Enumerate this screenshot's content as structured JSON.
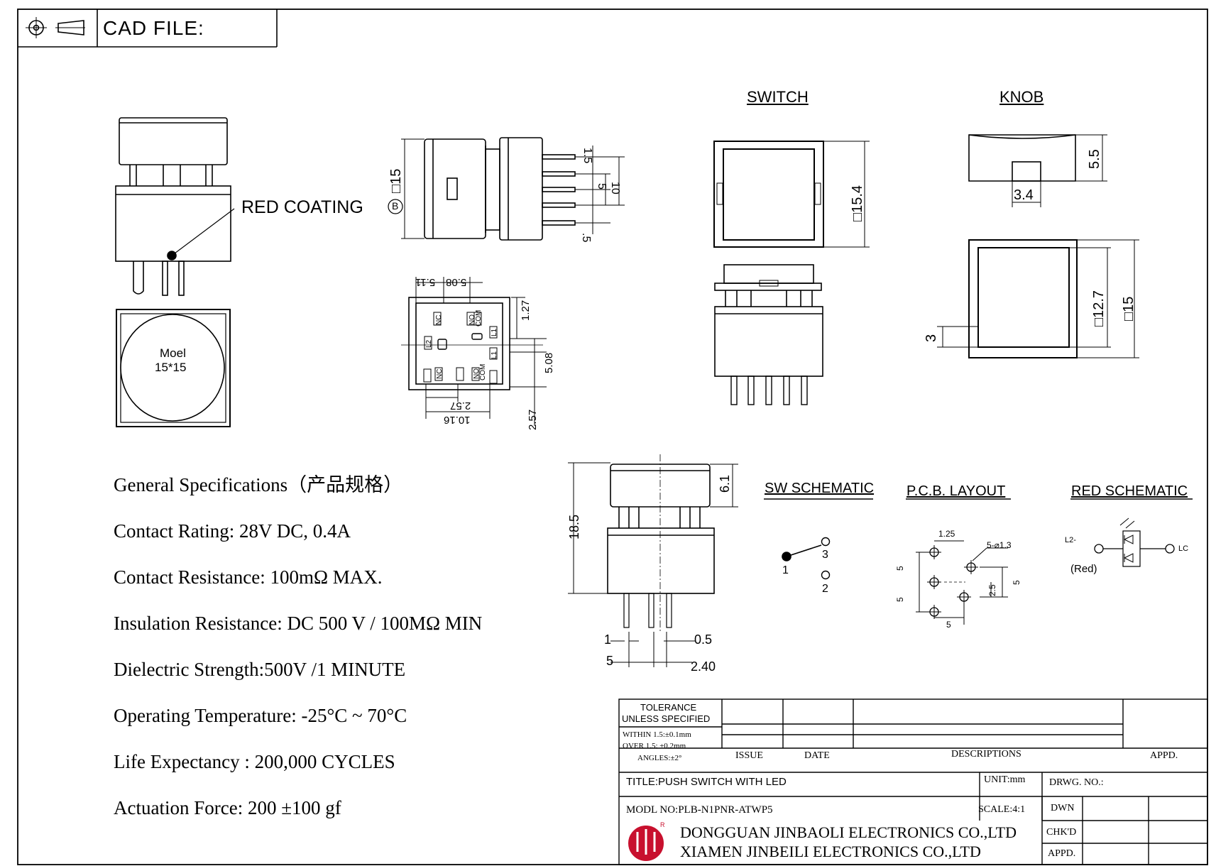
{
  "header": {
    "cad_label": "CAD  FILE:"
  },
  "views": {
    "red_coating": "RED COATING",
    "model_line1": "Moel",
    "model_line2": "15*15",
    "switch_title": "SWITCH",
    "knob_title": "KNOB",
    "sw_schematic_title": "SW SCHEMATIC",
    "pcb_layout_title": "P.C.B. LAYOUT",
    "red_schematic_title": "RED SCHEMATIC"
  },
  "dimensions": {
    "side_square": "□15",
    "side_b": "B",
    "pin_1_5": "1.5",
    "pin_5": "5",
    "pin_10": "10",
    "pin_bottom_5": ".5",
    "top_5_11": "5.11",
    "top_5_08": "5.08",
    "top_1_27": "1.27",
    "right_5_08": "5.08",
    "bot_2_57": "2.57",
    "bot_10_16": "10.16",
    "bot_2_57_v": "2.57",
    "switch_15_4": "□15.4",
    "knob_5_5": "5.5",
    "knob_3_4": "3.4",
    "knob_12_7": "□12.7",
    "knob_15": "□15",
    "knob_3": "3",
    "front_6_1": "6.1",
    "front_18_5": "18.5",
    "front_1": "1",
    "front_0_5": "0.5",
    "front_5": "5",
    "front_2_40": "2.40",
    "pcb_1_25": "1.25",
    "pcb_hole": "5-⌀1.3",
    "pcb_5a": "5",
    "pcb_5b": "5",
    "pcb_5c": "5",
    "pcb_2_5": "2.5",
    "pcb_5d": "5",
    "sw_pin1": "1",
    "sw_pin2": "2",
    "sw_pin3": "3",
    "led_l2": "L2-",
    "led_lc": "LC",
    "led_red": "(Red)",
    "pin_labels": [
      "NC",
      "NO",
      "COM",
      "L1",
      "L2",
      "NC",
      "NO",
      "COM",
      "L1"
    ]
  },
  "specs": {
    "heading": "General Specifications（产品规格）",
    "items": [
      "Contact Rating:   28V  DC, 0.4A",
      "Contact Resistance: 100mΩ  MAX.",
      "Insulation Resistance: DC 500 V / 100MΩ MIN",
      "Dielectric Strength:500V /1 MINUTE",
      "Operating Temperature: -25°C ~ 70°C",
      "Life Expectancy : 200,000 CYCLES",
      "Actuation Force: 200 ±100 gf"
    ]
  },
  "title_block": {
    "tolerance_l1": "TOLERANCE",
    "tolerance_l2": "UNLESS SPECIFIED",
    "within": "WITHIN 1.5:±0.1mm",
    "over": "OVER 1.5: ±0.2mm",
    "angles": "ANGLES:±2°",
    "issue": "ISSUE",
    "date": "DATE",
    "descriptions": "DESCRIPTIONS",
    "appd_top": "APPD.",
    "title": "TITLE:PUSH  SWITCH  WITH  LED",
    "unit": "UNIT:mm",
    "drwg_no": "DRWG.  NO.:",
    "model": "MODL  NO:PLB-N1PNR-ATWP5",
    "scale": "SCALE:4:1",
    "dwn": "DWN",
    "chkd": "CHK'D",
    "appd": "APPD.",
    "company1": "DONGGUAN JINBAOLI ELECTRONICS CO.,LTD",
    "company2": "XIAMEN JINBEILI ELECTRONICS CO.,LTD",
    "logo_mark": "R"
  },
  "colors": {
    "line": "#000000",
    "logo": "#c8102e"
  }
}
